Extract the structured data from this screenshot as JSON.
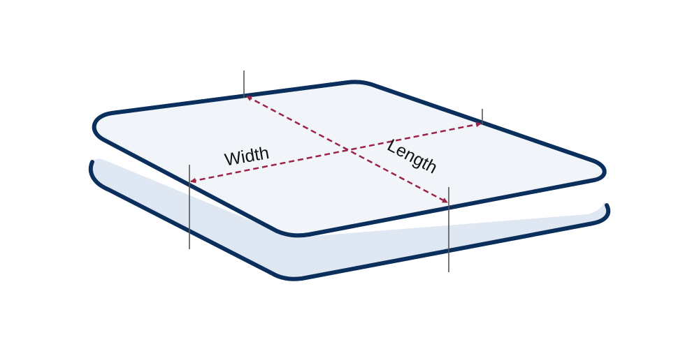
{
  "diagram": {
    "labels": {
      "width": "Width",
      "length": "Length"
    },
    "colors": {
      "outline": "#0b2f5c",
      "top_surface": "#f1f4f8",
      "side_surface": "#dfe7f2",
      "dimension_arrow": "#9b2346",
      "tick_line": "#555555",
      "label_text": "#111111",
      "background": "#ffffff"
    },
    "dimensions": [
      {
        "name": "width",
        "label_ref": "width",
        "arrow_style": "dashed",
        "arrowheads": "both"
      },
      {
        "name": "length",
        "label_ref": "length",
        "arrow_style": "dashed",
        "arrowheads": "both"
      }
    ]
  }
}
